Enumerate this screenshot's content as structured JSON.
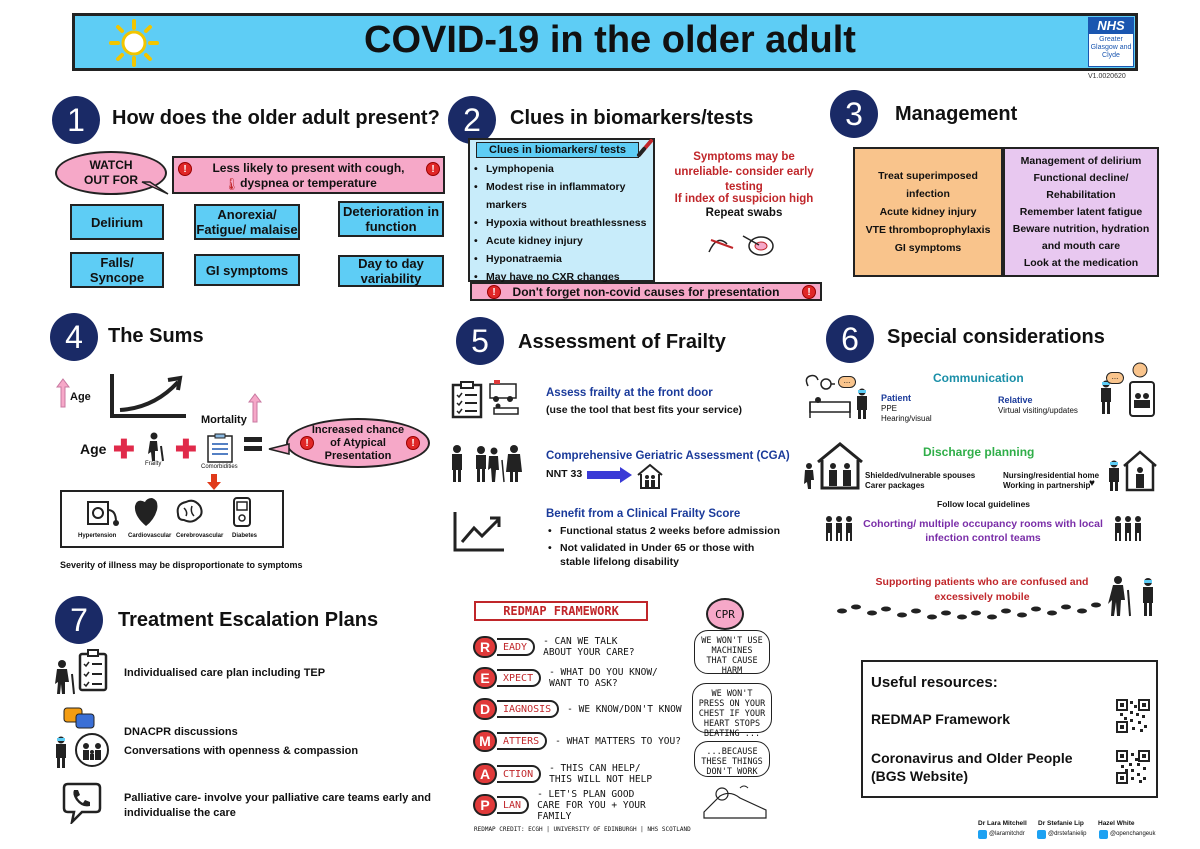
{
  "header": {
    "title": "COVID-19 in the older adult",
    "logo_nhs": "NHS",
    "logo_org": "Greater Glasgow and Clyde",
    "version": "V1.0020620"
  },
  "s1": {
    "number": "1",
    "title": "How does the older adult present?",
    "watch_out": "WATCH OUT FOR",
    "less_likely": "Less likely to present with cough, dyspnea or temperature",
    "boxes": [
      "Delirium",
      "Anorexia/ Fatigue/ malaise",
      "Deterioration in function",
      "Falls/ Syncope",
      "GI symptoms",
      "Day to day variability"
    ]
  },
  "s2": {
    "number": "2",
    "title": "Clues in biomarkers/tests",
    "box_title": "Clues in biomarkers/ tests",
    "items": [
      "Lymphopenia",
      "Modest rise in inflammatory markers",
      "Hypoxia without breathlessness",
      "Acute kidney injury",
      "Hyponatraemia",
      "May have no CXR changes"
    ],
    "unreliable": "Symptoms may be unreliable- consider early testing",
    "suspicion": "If index of suspicion high",
    "repeat": "Repeat swabs",
    "noncovid": "Don't forget non-covid causes for presentation"
  },
  "s3": {
    "number": "3",
    "title": "Management",
    "left": [
      "Treat superimposed infection",
      "Acute kidney injury",
      "VTE thromboprophylaxis",
      "GI symptoms"
    ],
    "right": [
      "Management of delirium",
      "Functional decline/ Rehabilitation",
      "Remember latent fatigue",
      "Beware nutrition, hydration and mouth care",
      "Look at the medication"
    ]
  },
  "s4": {
    "number": "4",
    "title": "The Sums",
    "age_up": "Age",
    "mortality": "Mortality",
    "age": "Age",
    "frailty": "Frailty",
    "comorbidities": "Comorbidities",
    "increased": "Increased chance of Atypical Presentation",
    "conditions": [
      "Hypertension",
      "Cardiovascular",
      "Cerebrovascular",
      "Diabetes"
    ],
    "severity": "Severity of illness may be disproportionate to symptoms"
  },
  "s5": {
    "number": "5",
    "title": "Assessment of Frailty",
    "assess_title": "Assess frailty at the front door",
    "assess_sub": "(use the tool that best fits your service)",
    "cga_title": "Comprehensive Geriatric Assessment (CGA)",
    "nnt": "NNT 33",
    "benefit_title": "Benefit from a Clinical Frailty Score",
    "benefit_items": [
      "Functional status 2 weeks before admission",
      "Not validated in Under 65 or those with stable lifelong disability"
    ]
  },
  "s6": {
    "number": "6",
    "title": "Special considerations",
    "communication": "Communication",
    "patient": "Patient",
    "patient_items": [
      "PPE",
      "Hearing/visual"
    ],
    "relative": "Relative",
    "relative_items": [
      "Virtual visiting/updates"
    ],
    "discharge": "Discharge planning",
    "discharge_left": [
      "Shielded/vulnerable spouses",
      "Carer packages"
    ],
    "discharge_right": [
      "Nursing/residential home",
      "Working in partnership"
    ],
    "follow": "Follow local guidelines",
    "cohorting": "Cohorting/ multiple occupancy rooms with local infection control teams",
    "supporting": "Supporting patients who are confused and excessively mobile"
  },
  "s7": {
    "number": "7",
    "title": "Treatment Escalation Plans",
    "items": [
      "Individualised care plan including TEP",
      "DNACPR discussions",
      "Conversations with openness & compassion",
      "Palliative care- involve your palliative care teams early and individualise the care"
    ]
  },
  "redmap": {
    "title": "REDMAP FRAMEWORK",
    "rows": [
      {
        "letter": "R",
        "word": "EADY",
        "desc": "- Can we talk about your care?"
      },
      {
        "letter": "E",
        "word": "XPECT",
        "desc": "- What do you know/ want to ask?"
      },
      {
        "letter": "D",
        "word": "IAGNOSIS",
        "desc": "- We know/don't know"
      },
      {
        "letter": "M",
        "word": "ATTERS",
        "desc": "- What matters to you?"
      },
      {
        "letter": "A",
        "word": "CTION",
        "desc": "- This can help/ this will not help"
      },
      {
        "letter": "P",
        "word": "LAN",
        "desc": "- Let's plan good care for you + your family"
      }
    ],
    "cpr": "CPR",
    "bubble1": "We won't use machines that cause harm",
    "bubble2": "We won't press on your chest if your heart stops beating ...",
    "bubble3": "...because these things don't work",
    "credit": "REDMAP CREDIT: ECGH | UNIVERSITY OF EDINBURGH | NHS SCOTLAND"
  },
  "resources": {
    "title": "Useful resources:",
    "links": [
      "REDMAP Framework",
      "Coronavirus and Older People (BGS Website)"
    ]
  },
  "authors": [
    {
      "name": "Dr Lara Mitchell",
      "handle": "@laramitchdr"
    },
    {
      "name": "Dr Stefanie Lip",
      "handle": "@drstefanielip"
    },
    {
      "name": "Hazel White",
      "handle": "@openchangeuk"
    }
  ],
  "colors": {
    "header_blue": "#5ecdf5",
    "navy": "#1a2a66",
    "pink": "#f6a8c8",
    "orange": "#f9c48c",
    "lilac": "#e8c8f0",
    "communication_teal": "#1a8fa8",
    "discharge_green": "#2fae48",
    "cohort_purple": "#7a2ea8",
    "alert_red": "#c0262a"
  }
}
